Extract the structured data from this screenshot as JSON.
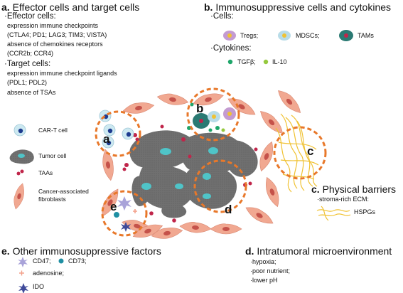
{
  "panel_a": {
    "letter": "a.",
    "title": "Effector cells and target cells",
    "effector_heading": "·Effector cells:",
    "effector_lines": [
      "expression immune checkpoints",
      "(CTLA4; PD1; LAG3; TIM3; VISTA)",
      "absence of chemokines receptors",
      "(CCR2b; CCR4)"
    ],
    "target_heading": "·Target cells:",
    "target_lines": [
      "expression immune checkpoint ligands",
      "(PDL1; PDL2)",
      "absence of TSAs"
    ]
  },
  "panel_b": {
    "letter": "b.",
    "title": "Immunosuppressive cells and cytokines",
    "cells_heading": "·Cells:",
    "cells": [
      "Tregs;",
      "MDSCs;",
      "TAMs"
    ],
    "cytokines_heading": "·Cytokines:",
    "cytokines": [
      "TGFβ;",
      "IL-10"
    ]
  },
  "legend": {
    "items": [
      "CAR-T cell",
      "Tumor cell",
      "TAAs",
      "Cancer-associated",
      "fibroblasts"
    ]
  },
  "panel_c": {
    "letter": "c.",
    "title": "Physical barriers",
    "line1": "·stroma-rich ECM:",
    "line2": "HSPGs"
  },
  "panel_d": {
    "letter": "d.",
    "title": "Intratumoral microenvironment",
    "lines": [
      "·hypoxia;",
      "·poor nutrient;",
      "·lower pH"
    ]
  },
  "panel_e": {
    "letter": "e.",
    "title": "Other immunosuppressive factors",
    "items": [
      "CD47;",
      "CD73;",
      "adenosine;",
      "IDO"
    ]
  },
  "circle_labels": [
    "a",
    "b",
    "c",
    "d",
    "e"
  ],
  "colors": {
    "dashed_circle": "#e8782a",
    "tumor": "#6f6f6f",
    "tumor_nucleus": "#4fc4c8",
    "fibroblast": "#f1a891",
    "fibroblast_nucleus": "#c5524a",
    "cart": "#cde9f1",
    "taa": "#c0254a",
    "treg": "#c49bd1",
    "mdsc": "#b8dce8",
    "tam": "#2b7a73",
    "tgfb": "#1fa66a",
    "il10": "#95c93d",
    "hspg": "#f0c233",
    "cd47": "#a9a3d9",
    "cd73": "#1f8fa3",
    "adenosine": "#f3a08a",
    "ido": "#3f4a9a"
  }
}
